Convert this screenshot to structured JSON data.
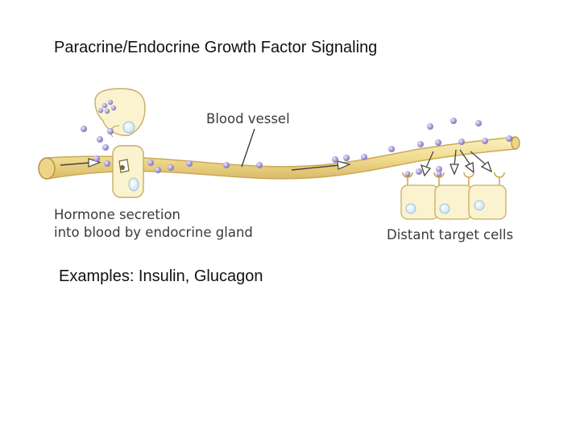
{
  "slide": {
    "title": "Paracrine/Endocrine Growth Factor Signaling",
    "examples": "Examples: Insulin, Glucagon"
  },
  "diagram": {
    "label_blood_vessel": "Blood vessel",
    "label_secretion_line1": "Hormone secretion",
    "label_secretion_line2": "into blood by endocrine gland",
    "label_target_cells": "Distant target cells"
  },
  "colors": {
    "vessel_fill": "#f6e7a6",
    "vessel_edge": "#c9a95a",
    "cell_fill": "#fbf3cf",
    "hormone": "#a99bd1",
    "receptor": "#d7b15a"
  }
}
